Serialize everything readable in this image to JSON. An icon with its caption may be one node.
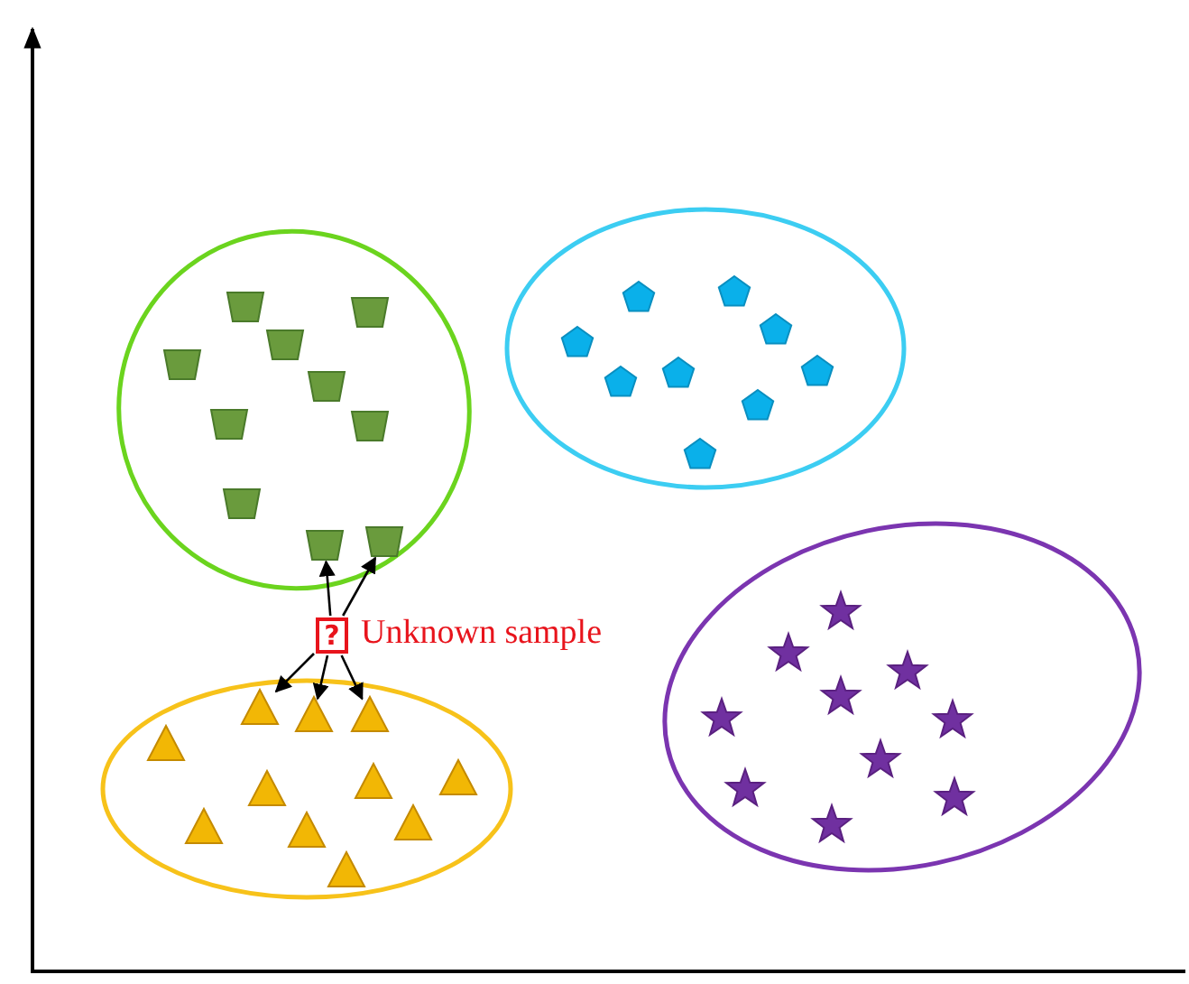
{
  "diagram": {
    "nodes": [
      {
        "text": [],
        "shape": "trapezoid"
      },
      {
        "text": [],
        "shape": "trapezoid"
      },
      {
        "text": [],
        "shape": "trapezoid"
      },
      {
        "text": [],
        "shape": "trapezoid"
      },
      {
        "text": [],
        "shape": "trapezoid"
      },
      {
        "text": [],
        "shape": "trapezoid"
      },
      {
        "text": [],
        "shape": "trapezoid"
      },
      {
        "text": [],
        "shape": "trapezoid"
      },
      {
        "text": [],
        "shape": "trapezoid"
      },
      {
        "text": [],
        "shape": "trapezoid"
      },
      {
        "text": [],
        "shape": "pentagon"
      },
      {
        "text": [],
        "shape": "pentagon"
      },
      {
        "text": [],
        "shape": "pentagon"
      },
      {
        "text": [],
        "shape": "pentagon"
      },
      {
        "text": [],
        "shape": "pentagon"
      },
      {
        "text": [],
        "shape": "pentagon"
      },
      {
        "text": [],
        "shape": "pentagon"
      },
      {
        "text": [],
        "shape": "pentagon"
      },
      {
        "text": [],
        "shape": "pentagon"
      },
      {
        "text": [
          "?"
        ],
        "beside": [
          "Unknown sample"
        ]
      },
      {
        "text": [],
        "shape": "triangle"
      },
      {
        "text": [],
        "shape": "triangle"
      },
      {
        "text": [],
        "shape": "triangle"
      },
      {
        "text": [],
        "shape": "triangle"
      },
      {
        "text": [],
        "shape": "triangle"
      },
      {
        "text": [],
        "shape": "triangle"
      },
      {
        "text": [],
        "shape": "triangle"
      },
      {
        "text": [],
        "shape": "triangle"
      },
      {
        "text": [],
        "shape": "triangle"
      },
      {
        "text": [],
        "shape": "triangle"
      },
      {
        "text": [],
        "shape": "triangle"
      },
      {
        "text": [],
        "shape": "star"
      },
      {
        "text": [],
        "shape": "star"
      },
      {
        "text": [],
        "shape": "star"
      },
      {
        "text": [],
        "shape": "star"
      },
      {
        "text": [],
        "shape": "star"
      },
      {
        "text": [],
        "shape": "star"
      },
      {
        "text": [],
        "shape": "star"
      },
      {
        "text": [],
        "shape": "star"
      },
      {
        "text": [],
        "shape": "star"
      },
      {
        "text": [],
        "shape": "star"
      }
    ],
    "edges": [
      {
        "from": 19,
        "to": 9,
        "arrow": "to"
      },
      {
        "from": 19,
        "to": 8,
        "arrow": "to"
      },
      {
        "from": 19,
        "to": 20,
        "arrow": "to"
      },
      {
        "from": 19,
        "to": 21,
        "arrow": "to"
      },
      {
        "from": 19,
        "to": 22,
        "arrow": "to"
      }
    ]
  }
}
